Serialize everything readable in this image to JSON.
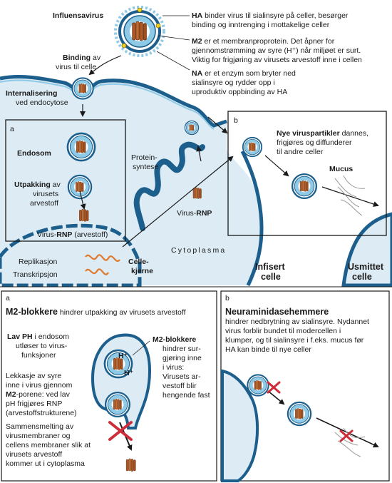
{
  "top": {
    "virus_title": "Influensavirus",
    "ha": {
      "term": "HA",
      "lines": [
        " binder virus til sialinsyre på celler, besørger",
        "binding og inntrenging i mottakelige celler"
      ]
    },
    "m2": {
      "term": "M2",
      "lines": [
        " er et membranproprotein. Det åpner for",
        "gjennomstrømming av syre (H⁺) når miljøet er surt.",
        "Viktig for frigjøring av virusets arvestoff inne i cellen"
      ]
    },
    "na": {
      "term": "NA",
      "lines": [
        " er et enzym som bryter ned",
        "sialinsyre og rydder opp i",
        "uproduktiv oppbinding av HA"
      ]
    },
    "binding": {
      "term": "Binding",
      "rest": " av",
      "line2": "virus til celle"
    },
    "internalisering": {
      "term": "Internalisering",
      "line2": "ved endocytose"
    },
    "box_a_letter": "a",
    "endosom": "Endosom",
    "utpakking": {
      "term": "Utpakking",
      "rest": " av",
      "line2": "virusets",
      "line3": "arvestoff"
    },
    "virus_rnp_label": {
      "pre": "Virus-",
      "term": "RNP",
      "post": " (arvestoff)"
    },
    "protein": {
      "line1": "Protein-",
      "line2": "syntese"
    },
    "virus_rnp2": {
      "pre": "Virus-",
      "term": "RNP"
    },
    "cytoplasma": "Cytoplasma",
    "replikasjon": "Replikasjon",
    "transkripsjon": "Transkripsjon",
    "cellekjerne": {
      "line1": "Celle-",
      "line2": "kjerne"
    },
    "box_b_letter": "b",
    "nye": {
      "term": "Nye viruspartikler",
      "rest": " dannes,",
      "line2": "frigjøres og diffunderer",
      "line3": "til andre celler"
    },
    "mucus": "Mucus",
    "infisert": {
      "line1": "Infisert",
      "line2": "celle"
    },
    "usmittet": {
      "line1": "Usmittet",
      "line2": "celle"
    }
  },
  "panel_a": {
    "letter": "a",
    "title_term": "M2-blokkere",
    "title_rest": " hindrer utpakking av virusets arvestoff",
    "lavph": {
      "term": "Lav PH",
      "rest": " i endosom",
      "lines": [
        "utløser to virus-",
        "funksjoner"
      ]
    },
    "lekkasje": {
      "lines": [
        "Lekkasje av syre",
        "inne i virus gjennom"
      ],
      "term": "M2",
      "rest": "-porene: ved lav",
      "lines2": [
        "pH frigjøres RNP",
        "(arvestoffstrukturene)"
      ]
    },
    "sammen": {
      "lines": [
        "Sammensmelting av",
        "virusmembraner og",
        "cellens membraner slik at",
        "virusets arvestoff",
        "kommer ut i cytoplasma"
      ]
    },
    "blokkere": {
      "term": "M2-blokkere",
      "lines": [
        "hindrer sur-",
        "gjøring inne",
        "i virus:",
        "Virusets ar-",
        "vestoff blir",
        "hengende fast"
      ]
    },
    "hplus": "H⁺"
  },
  "panel_b": {
    "letter": "b",
    "title_term": "Neuraminidasehemmere",
    "lines": [
      "hindrer nedbrytning av sialinsyre. Nydannet",
      "virus forblir bundet til modercellen i",
      "klumper, og til sialinsyre i f.eks. mucus før",
      "HA kan binde til nye celler"
    ]
  },
  "colors": {
    "membrane_dark": "#1c5e8c",
    "membrane_light": "#8ec9e6",
    "cytoplasm": "#dcebf4",
    "rnp": "#b35a24",
    "spike_yellow": "#f2d21a",
    "block_red": "#cf2c3a"
  }
}
